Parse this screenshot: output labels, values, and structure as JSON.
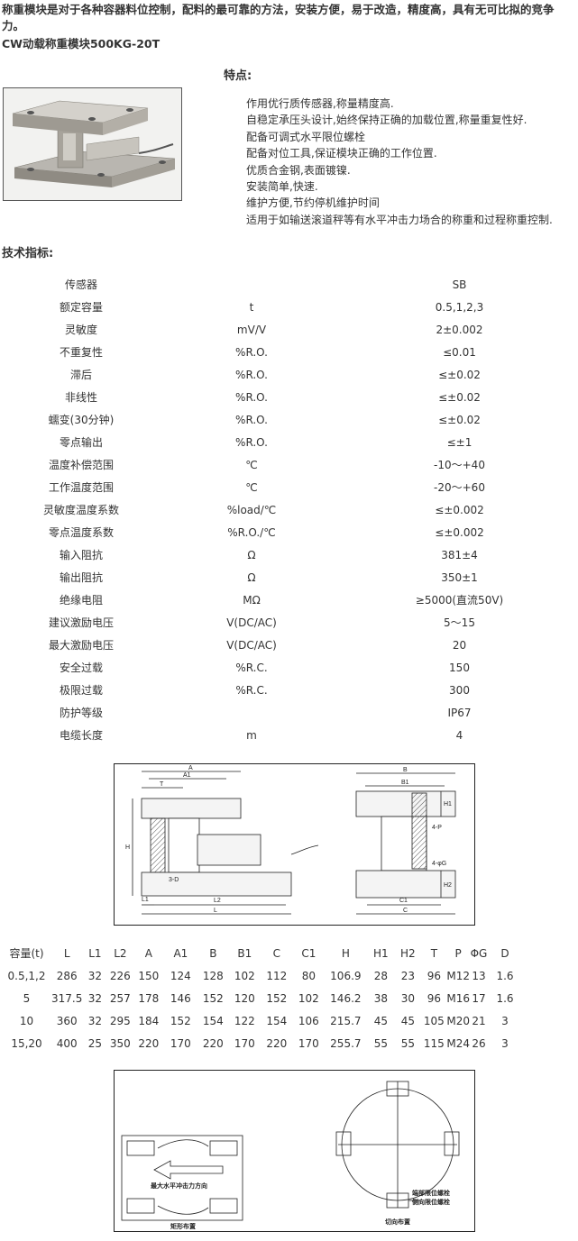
{
  "intro": "称重模块是对于各种容器料位控制，配料的最可靠的方法，安装方便，易于改造，精度高，具有无可比拟的竞争力。",
  "model_title": "CW动载称重模块500KG-20T",
  "features": {
    "heading": "特点:",
    "items": [
      "作用优行质传感器,称量精度高.",
      "自稳定承压头设计,始终保持正确的加载位置,称量重复性好.",
      "配备可调式水平限位螺栓",
      "配备对位工具,保证模块正确的工作位置.",
      "优质合金钢,表面镀镍.",
      "安装简单,快速.",
      "维护方便,节约停机维护时间",
      "适用于如输送滚道秤等有水平冲击力场合的称重和过程称重控制."
    ]
  },
  "specs": {
    "heading": "技术指标:",
    "rows": [
      [
        "传感器",
        "",
        "SB"
      ],
      [
        "额定容量",
        "t",
        "0.5,1,2,3"
      ],
      [
        "灵敏度",
        "mV/V",
        "2±0.002"
      ],
      [
        "不重复性",
        "%R.O.",
        "≤0.01"
      ],
      [
        "滞后",
        "%R.O.",
        "≤±0.02"
      ],
      [
        "非线性",
        "%R.O.",
        "≤±0.02"
      ],
      [
        "蠕变(30分钟)",
        "%R.O.",
        "≤±0.02"
      ],
      [
        "零点输出",
        "%R.O.",
        "≤±1"
      ],
      [
        "温度补偿范围",
        "℃",
        "-10～+40"
      ],
      [
        "工作温度范围",
        "℃",
        "-20～+60"
      ],
      [
        "灵敏度温度系数",
        "%load/℃",
        "≤±0.002"
      ],
      [
        "零点温度系数",
        "%R.O./℃",
        "≤±0.002"
      ],
      [
        "输入阻抗",
        "Ω",
        "381±4"
      ],
      [
        "输出阻抗",
        "Ω",
        "350±1"
      ],
      [
        "绝缘电阻",
        "MΩ",
        "≥5000(直流50V)"
      ],
      [
        "建议激励电压",
        "V(DC/AC)",
        "5～15"
      ],
      [
        "最大激励电压",
        "V(DC/AC)",
        "20"
      ],
      [
        "安全过载",
        "%R.C.",
        "150"
      ],
      [
        "极限过载",
        "%R.C.",
        "300"
      ],
      [
        "防护等级",
        "",
        "IP67"
      ],
      [
        "电缆长度",
        "m",
        "4"
      ]
    ]
  },
  "drawing1": {
    "front": [
      "A",
      "A1",
      "T",
      "H",
      "3-D",
      "L1",
      "L2",
      "L"
    ],
    "side": [
      "B",
      "B1",
      "H1",
      "4-P",
      "4-φG",
      "H2",
      "C1",
      "C"
    ]
  },
  "dims": {
    "headers": [
      "容量(t)",
      "L",
      "L1",
      "L2",
      "A",
      "A1",
      "B",
      "B1",
      "C",
      "C1",
      "H",
      "H1",
      "H2",
      "T",
      "P",
      "ΦG",
      "D"
    ],
    "rows": [
      [
        "0.5,1,2",
        "286",
        "32",
        "226",
        "150",
        "124",
        "128",
        "102",
        "112",
        "80",
        "106.9",
        "28",
        "23",
        "96",
        "M12",
        "13",
        "1.6"
      ],
      [
        "5",
        "317.5",
        "32",
        "257",
        "178",
        "146",
        "152",
        "120",
        "152",
        "102",
        "146.2",
        "38",
        "30",
        "96",
        "M16",
        "17",
        "1.6"
      ],
      [
        "10",
        "360",
        "32",
        "295",
        "184",
        "152",
        "154",
        "122",
        "154",
        "106",
        "215.7",
        "45",
        "45",
        "105",
        "M20",
        "21",
        "3"
      ],
      [
        "15,20",
        "400",
        "25",
        "350",
        "220",
        "170",
        "220",
        "170",
        "220",
        "170",
        "255.7",
        "55",
        "55",
        "115",
        "M24",
        "26",
        "3"
      ]
    ]
  },
  "drawing2": {
    "arrow_label": "最大水平冲击力方向",
    "left_caption": "矩形布置",
    "end_bolt": "端部限位螺栓",
    "side_bolt": "侧向限位螺栓",
    "right_caption": "切向布置"
  }
}
